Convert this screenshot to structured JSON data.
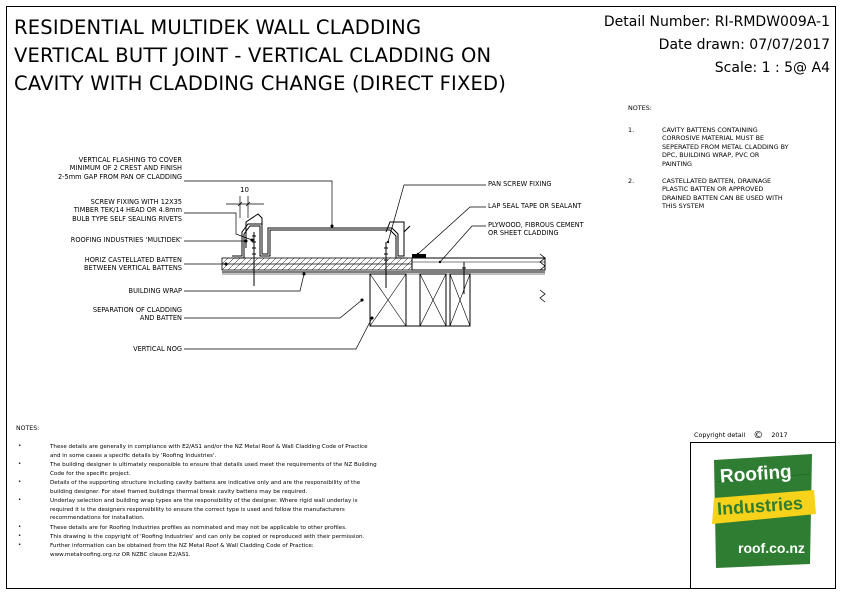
{
  "header": {
    "title_lines": [
      "RESIDENTIAL MULTIDEK WALL CLADDING",
      "VERTICAL BUTT JOINT - VERTICAL CLADDING ON",
      "CAVITY WITH CLADDING CHANGE (DIRECT FIXED)"
    ],
    "detail_number": "Detail Number:  RI-RMDW009A-1",
    "date_drawn": "Date drawn:  07/07/2017",
    "scale": "Scale:   1 : 5@ A4"
  },
  "diagram": {
    "dimension": "10",
    "left_labels": [
      [
        "VERTICAL FLASHING TO COVER",
        "MINIMUM OF 2 CREST AND FINISH",
        "2-5mm GAP FROM PAN OF CLADDING"
      ],
      [
        "SCREW FIXING WITH 12X35",
        "TIMBER TEK/14 HEAD OR 4.8mm",
        "BULB TYPE SELF SEALING RIVETS"
      ],
      [
        "ROOFING INDUSTRIES 'MULTIDEK'"
      ],
      [
        "HORIZ CASTELLATED BATTEN",
        "BETWEEN VERTICAL BATTENS"
      ],
      [
        "BUILDING WRAP"
      ],
      [
        "SEPARATION OF CLADDING",
        "AND BATTEN"
      ],
      [
        "VERTICAL NOG"
      ]
    ],
    "right_labels": [
      [
        "PAN SCREW FIXING"
      ],
      [
        "LAP SEAL TAPE OR SEALANT"
      ],
      [
        "PLYWOOD, FIBROUS CEMENT",
        "OR SHEET CLADDING"
      ]
    ]
  },
  "notes_right": {
    "heading": "NOTES:",
    "items": [
      {
        "num": "1.",
        "lines": [
          "CAVITY BATTENS CONTAINING",
          "CORROSIVE MATERIAL MUST BE",
          "SEPERATED FROM METAL CLADDING BY",
          "DPC, BUILDING WRAP, PVC OR",
          "PAINTING"
        ]
      },
      {
        "num": "2.",
        "lines": [
          "CASTELLATED BATTEN, DRAINAGE",
          "PLASTIC BATTEN OR APPROVED",
          "DRAINED BATTEN CAN BE USED WITH",
          "THIS SYSTEM"
        ]
      }
    ]
  },
  "notes_bottom": {
    "heading": "NOTES:",
    "bullet": "•",
    "items": [
      [
        "These details are generally in compliance with E2/AS1 and/or the NZ Metal Roof & Wall Cladding Code of Practice",
        "and in some cases a specific details by 'Roofing Industries'."
      ],
      [
        "The building designer is ultimately responsible to ensure that details used meet the requirements of the NZ Building",
        "Code for the specific project."
      ],
      [
        "Details of the supporting structure including cavity battens are indicative only and are the responsibility of the",
        "building designer. For steel framed buildings thermal break cavity battens may be required."
      ],
      [
        "Underlay selection and building wrap types are the responsibility of the designer. Where rigid wall underlay is",
        "required it is the designers responsibility to ensure the correct type is used and follow the manufacturers",
        "recommendations for installation."
      ],
      [
        "These details are for Roofing Industries profiles as nominated and may not be applicable to other profiles."
      ],
      [
        "This drawing is the copyright of 'Roofing Industries' and can only be copied or reproduced with their permission."
      ],
      [
        "Further information can be obtained from the NZ Metal Roof & Wall Cladding Code of Practice:",
        "www.metalroofing.org.nz OR NZBC clause E2/AS1."
      ]
    ]
  },
  "copyright": {
    "text": "Copyright detail",
    "symbol": "©",
    "year": "2017"
  },
  "logo": {
    "word1": "Roofing",
    "word2": "Industries",
    "url": "roof.co.nz",
    "bg_color": "#2e7d32",
    "band_color": "#f6d21a"
  }
}
